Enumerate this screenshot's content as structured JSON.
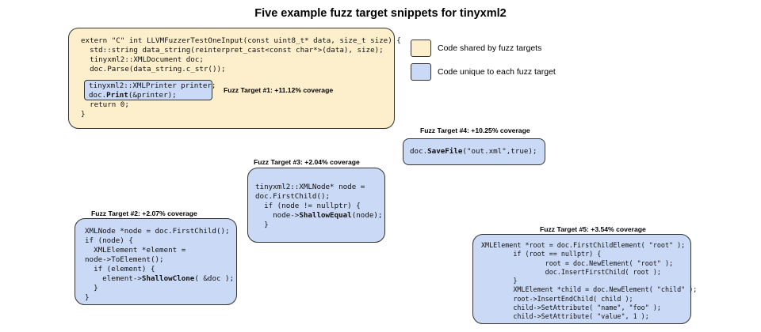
{
  "title": "Five example fuzz target snippets for tinyxml2",
  "legend": {
    "shared": {
      "label": "Code shared by fuzz targets",
      "color": "#fdefcc"
    },
    "unique": {
      "label": "Code unique to each fuzz target",
      "color": "#cad9f5"
    }
  },
  "shared_code": {
    "top": "extern \"C\" int LLVMFuzzerTestOneInput(const uint8_t* data, size_t size) {\n  std::string data_string(reinterpret_cast<const char*>(data), size);\n  tinyxml2::XMLDocument doc;\n  doc.Parse(data_string.c_str());",
    "bottom": "  return 0;\n}"
  },
  "targets": [
    {
      "label": "Fuzz Target #1: +11.12% coverage",
      "code_pre": "tinyxml2::XMLPrinter printer;\ndoc.",
      "code_bold": "Print",
      "code_post": "(&printer);"
    },
    {
      "label": "Fuzz Target #2: +2.07% coverage",
      "code_pre": "XMLNode *node = doc.FirstChild();\nif (node) {\n  XMLElement *element =\nnode->ToElement();\n  if (element) {\n    element->",
      "code_bold": "ShallowClone",
      "code_post": "( &doc );\n  }\n}"
    },
    {
      "label": "Fuzz Target #3: +2.04% coverage",
      "code_pre": "tinyxml2::XMLNode* node =\ndoc.FirstChild();\n  if (node != nullptr) {\n    node->",
      "code_bold": "ShallowEqual",
      "code_post": "(node);\n  }"
    },
    {
      "label": "Fuzz Target #4: +10.25% coverage",
      "code_pre": "doc.",
      "code_bold": "SaveFile",
      "code_post": "(\"out.xml\",true);"
    },
    {
      "label": "Fuzz Target #5: +3.54% coverage",
      "code_pre": "XMLElement *root = doc.FirstChildElement( \"root\" );\n        if (root == nullptr) {\n                root = doc.NewElement( \"root\" );\n                doc.InsertFirstChild( root );\n        }\n        XMLElement *child = doc.NewElement( \"child\" );\n        root->InsertEndChild( child );\n        child->SetAttribute( \"name\", \"foo\" );\n        child->SetAttribute( \"value\", 1 );",
      "code_bold": "",
      "code_post": ""
    }
  ]
}
